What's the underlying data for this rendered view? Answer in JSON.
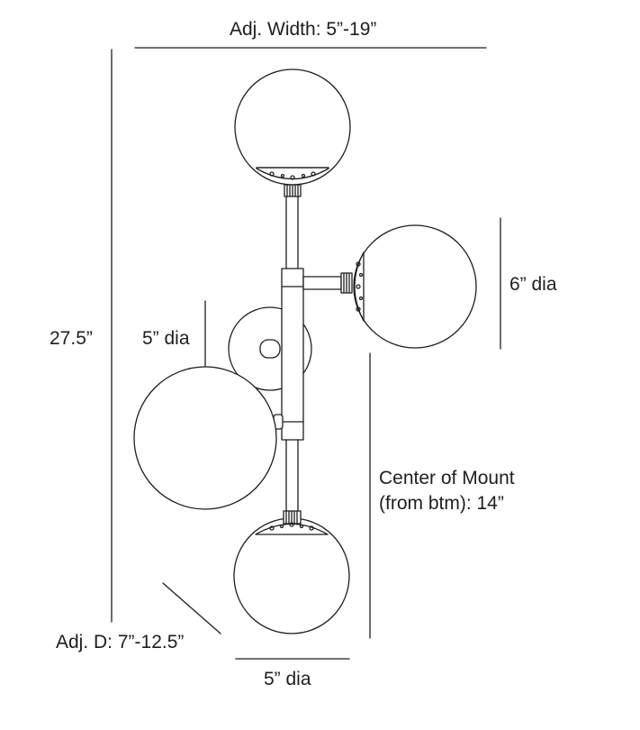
{
  "dimensions": {
    "adj_width": "Adj. Width: 5”-19”",
    "height": "27.5”",
    "top_right_globe": "6” dia",
    "back_plate": "5” dia",
    "center_of_mount_line1": "Center of Mount",
    "center_of_mount_line2": "(from btm): 14”",
    "adj_depth": "Adj. D: 7”-12.5”",
    "bottom_globe": "5” dia"
  },
  "colors": {
    "stroke": "#1e1e1e",
    "background": "#ffffff"
  }
}
